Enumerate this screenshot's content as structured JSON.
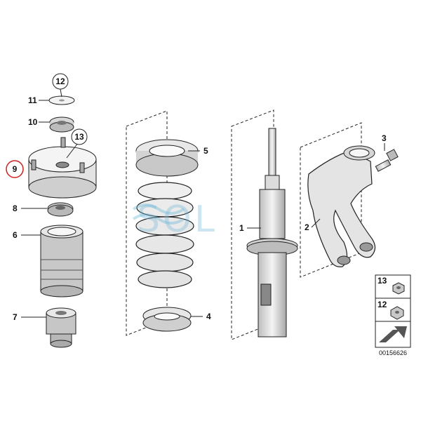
{
  "diagram": {
    "callouts": {
      "c1": "1",
      "c2": "2",
      "c3": "3",
      "c4": "4",
      "c5": "5",
      "c6": "6",
      "c7": "7",
      "c8": "8",
      "c9": "9",
      "c10": "10",
      "c11": "11",
      "c12": "12",
      "c13": "13"
    },
    "legend": {
      "item_13": "13",
      "item_12": "12"
    },
    "drawing_id": "00156626",
    "watermark": "SOL"
  },
  "colors": {
    "line": "#222222",
    "fill": "#f2f2f2",
    "shade": "#d0d0d0",
    "highlight_circle": "#cc2222",
    "watermark": "#6fb7d8"
  }
}
